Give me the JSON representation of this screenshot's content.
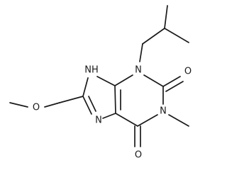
{
  "structure": {
    "atoms": {
      "n1": "N",
      "n3": "N",
      "n7": "N",
      "n9": "NH",
      "o2": "O",
      "o6": "O",
      "o_ether": "O"
    }
  }
}
